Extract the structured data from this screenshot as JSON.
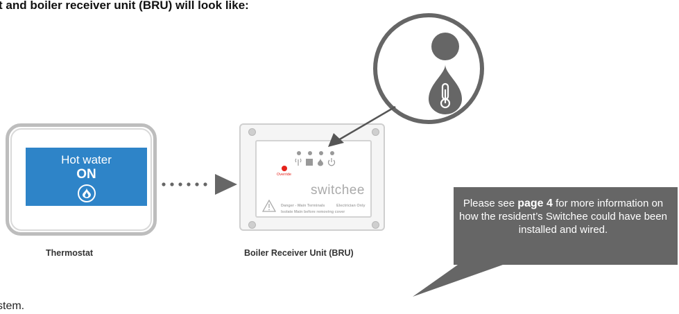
{
  "heading": "t and boiler receiver unit (BRU) will look like:",
  "footer_text": "stem.",
  "thermostat": {
    "screen_line1": "Hot water",
    "screen_line2": "ON",
    "caption": "Thermostat",
    "screen_color": "#2e84c8",
    "icon": "flame-droplet-icon"
  },
  "bru": {
    "override_label": "Override",
    "brand": "switchee",
    "warning_line1_left": "Danger - Main Terminals",
    "warning_line1_right": "Electrician Only",
    "warning_line2": "Isolate Main before removing cover",
    "caption": "Boiler Receiver Unit (BRU)",
    "status_icons": [
      "signal-icon",
      "boiler-icon",
      "flame-icon",
      "power-icon"
    ]
  },
  "magnifier": {
    "icons": [
      "led-dot-icon",
      "hot-water-droplet-thermometer-icon"
    ]
  },
  "callout": {
    "text_before": "Please see",
    "text_bold": "page 4",
    "text_after": "for more information on how the resident’s Switchee could have been installed and wired.",
    "color": "#666666"
  }
}
